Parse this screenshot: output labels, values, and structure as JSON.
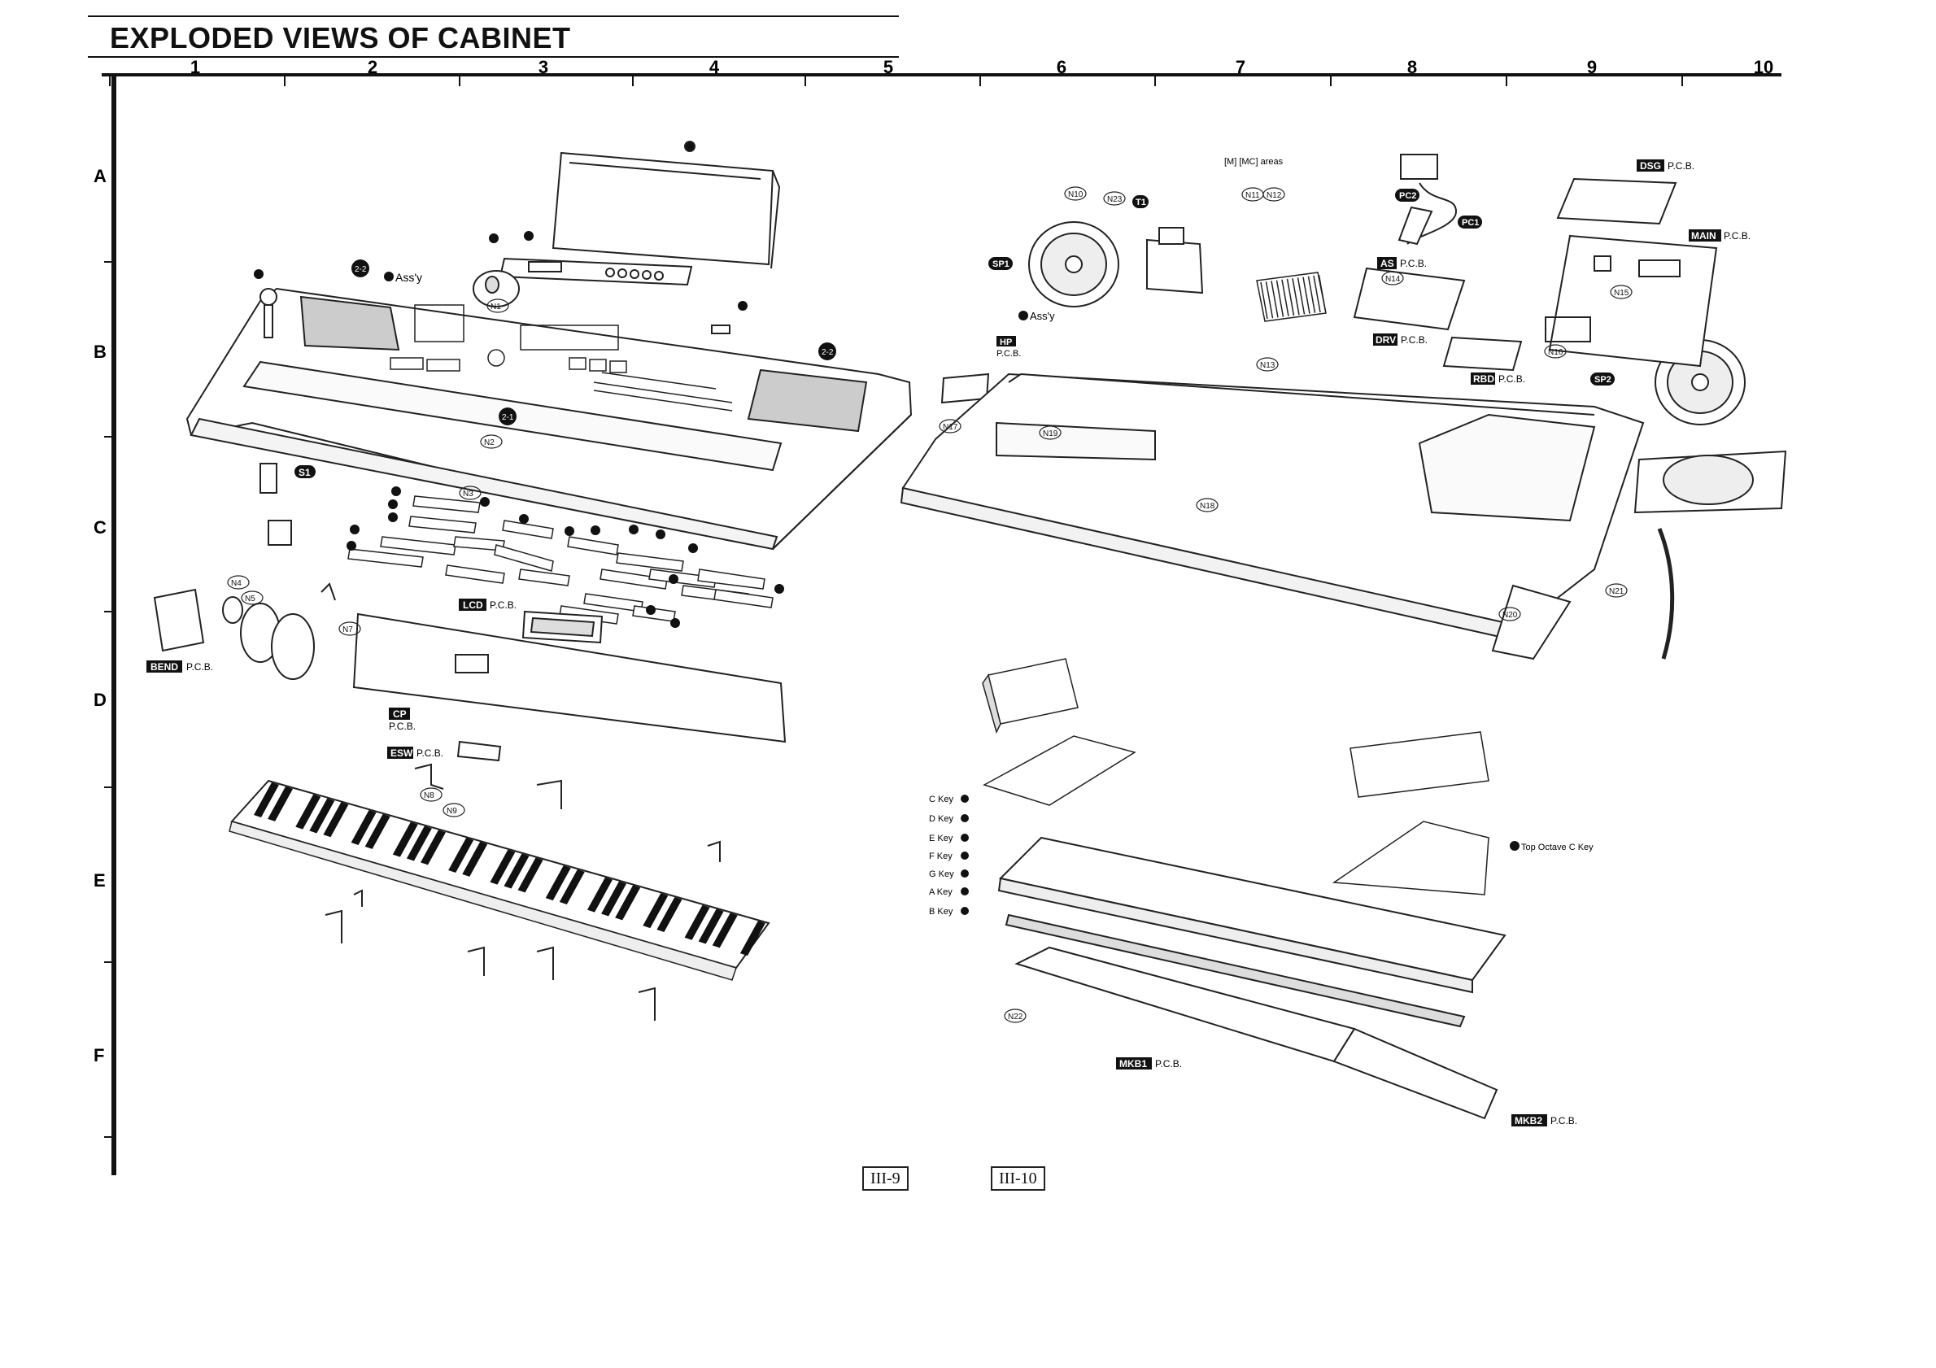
{
  "title": "EXPLODED VIEWS OF CABINET",
  "columns": [
    "1",
    "2",
    "3",
    "4",
    "5",
    "6",
    "7",
    "8",
    "9",
    "10"
  ],
  "rows": [
    "A",
    "B",
    "C",
    "D",
    "E",
    "F"
  ],
  "pcb_labels": {
    "bend": "BEND",
    "lcd": "LCD",
    "cp": "CP",
    "esw": "ESW",
    "hp": "HP",
    "as": "AS",
    "drv": "DRV",
    "rbd": "RBD",
    "dsg": "DSG",
    "main": "MAIN",
    "mkb1": "MKB1",
    "mkb2": "MKB2",
    "pcb": "P.C.B."
  },
  "parts": {
    "s1": "S1",
    "sp1": "SP1",
    "sp2": "SP2",
    "pc1": "PC1",
    "pc2": "PC2",
    "t1": "T1"
  },
  "notes": {
    "assy_a": "Ass'y",
    "assy_b": "Ass'y",
    "mc_areas": "[M] [MC] areas",
    "top_octave": "Top Octave C Key"
  },
  "key_labels": [
    "C Key",
    "D Key",
    "E Key",
    "F Key",
    "G Key",
    "A Key",
    "B Key"
  ],
  "screw_tags": [
    "N1",
    "N2",
    "N3",
    "N4",
    "N5",
    "N7",
    "N8",
    "N9",
    "N10",
    "N11",
    "N12",
    "N13",
    "N14",
    "N15",
    "N16",
    "N17",
    "N18",
    "N19",
    "N20",
    "N21",
    "N22",
    "N23"
  ],
  "pages": [
    "III-9",
    "III-10"
  ]
}
